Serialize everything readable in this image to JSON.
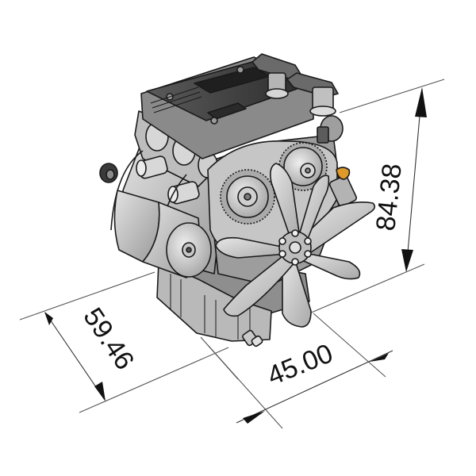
{
  "drawing": {
    "subject": "Inline 3-cylinder engine, isometric view",
    "dimensions": {
      "height": {
        "value": "84.38"
      },
      "depth": {
        "value": "59.46"
      },
      "width": {
        "value": "45.00"
      }
    },
    "colors": {
      "background": "#ffffff",
      "body_light": "#d4d4d4",
      "body_mid": "#a8a8a8",
      "body_dark": "#5a5a5a",
      "valve_cover": "#3c3c3c",
      "fan_blade": "#c8c8c8",
      "outline": "#1a1a1a",
      "fitting_orange": "#e09a2a",
      "dimension_line": "#333333"
    }
  }
}
